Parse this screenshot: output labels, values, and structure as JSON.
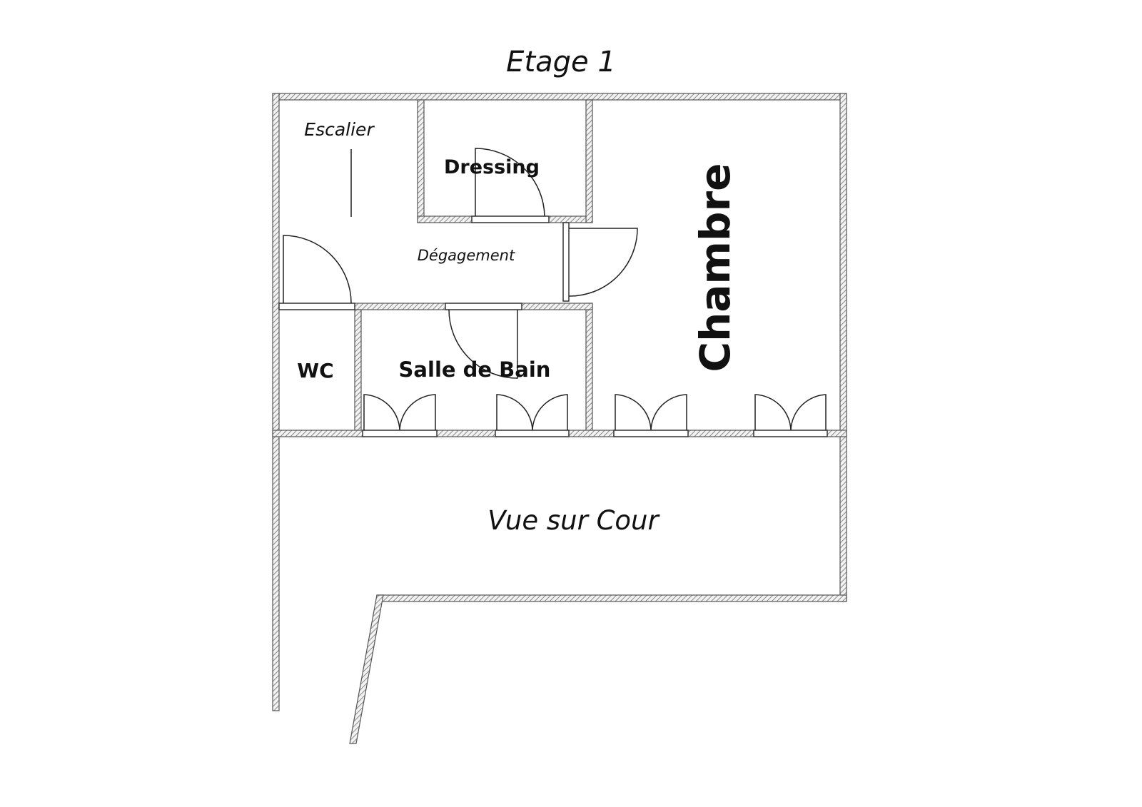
{
  "title": "Etage 1",
  "rooms": {
    "escalier": "Escalier",
    "dressing": "Dressing",
    "degagement": "Dégagement",
    "wc": "WC",
    "salle_de_bain": "Salle de Bain",
    "chambre": "Chambre",
    "cour": "Vue sur Cour"
  }
}
